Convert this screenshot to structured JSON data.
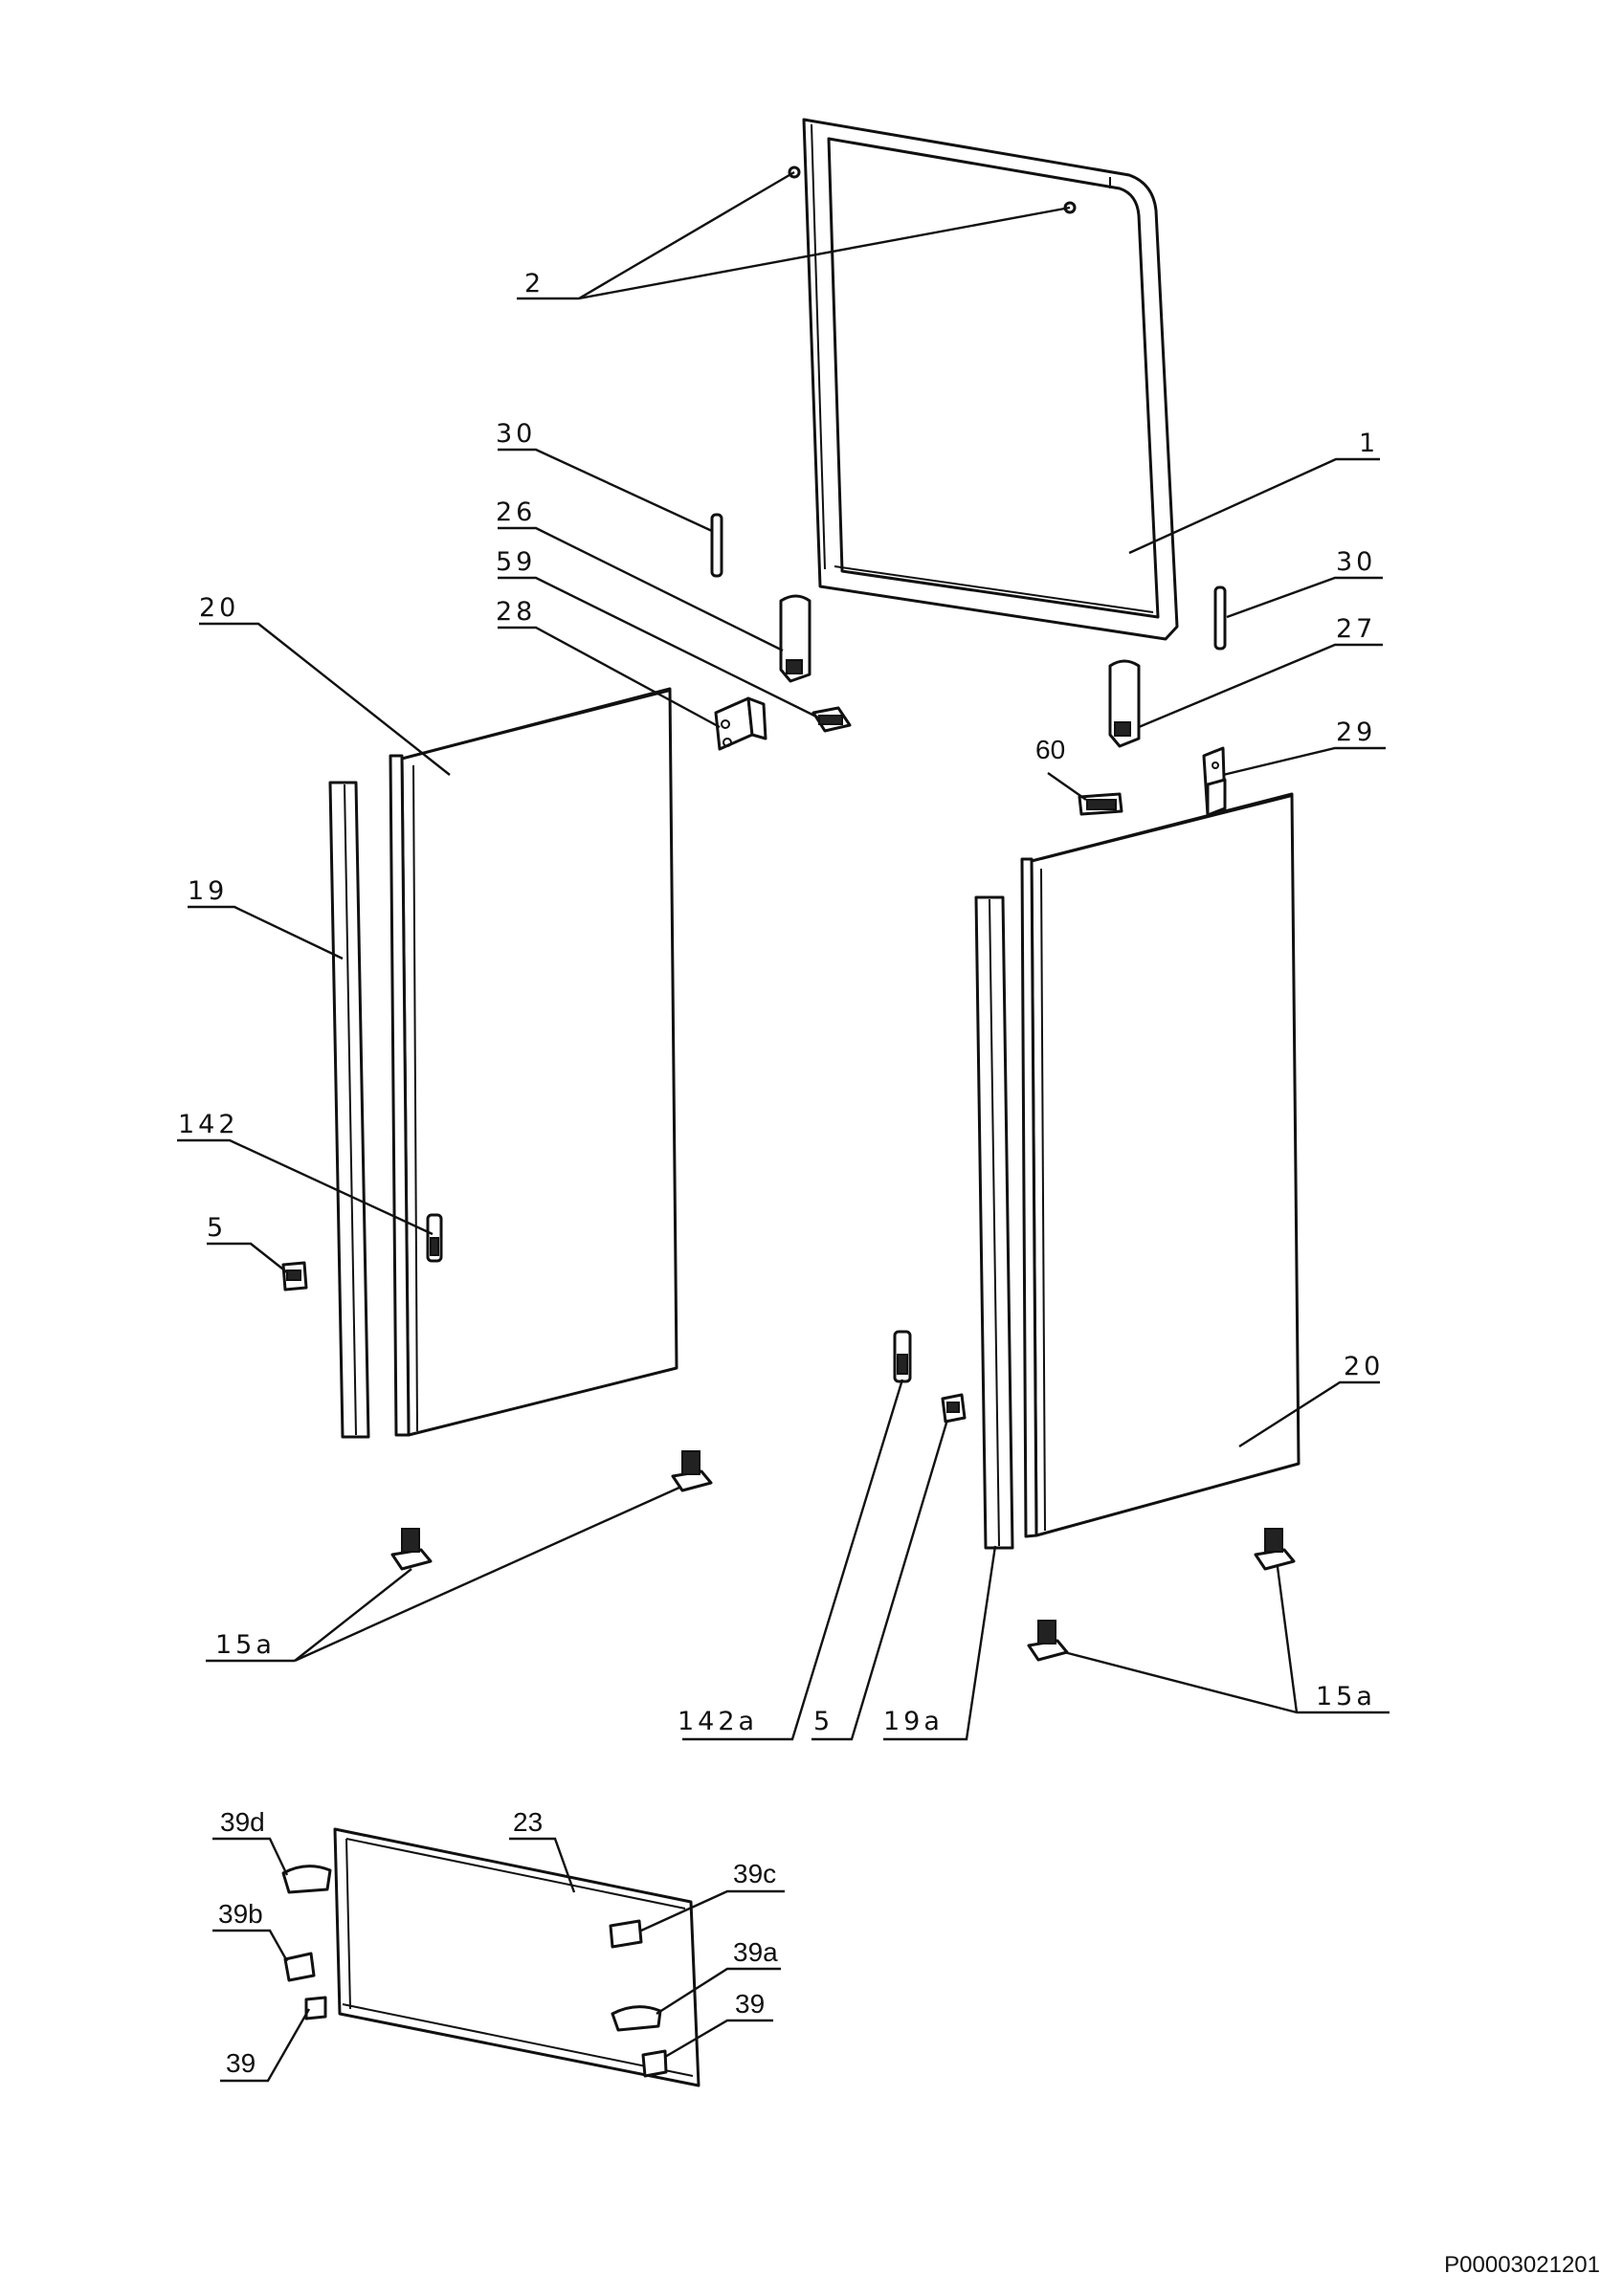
{
  "callouts": {
    "c2": "2",
    "c1": "1",
    "c30_left": "30",
    "c30_right": "30",
    "c26": "26",
    "c59": "59",
    "c28": "28",
    "c20_left": "20",
    "c20_right": "20",
    "c27": "27",
    "c29": "29",
    "c60": "60",
    "c19": "19",
    "c142": "142",
    "c5_left": "5",
    "c15a_left": "15a",
    "c142a": "142a",
    "c5_mid": "5",
    "c19a": "19a",
    "c15a_right": "15a",
    "c39d": "39d",
    "c23": "23",
    "c39c": "39c",
    "c39b": "39b",
    "c39a": "39a",
    "c39_right": "39",
    "c39_left": "39"
  },
  "document_code": "P00003021201"
}
